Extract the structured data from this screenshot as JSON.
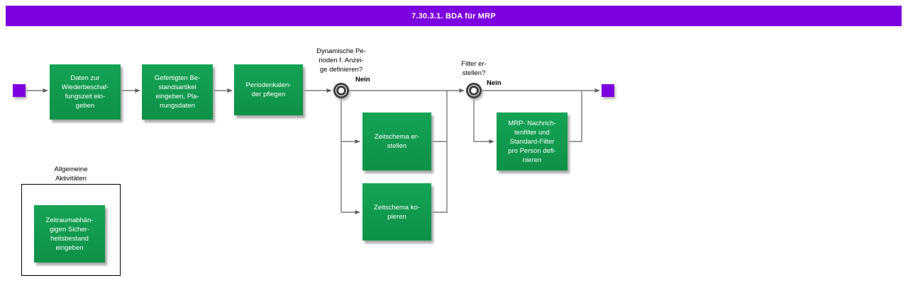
{
  "colors": {
    "header_bg": "#7d00e0",
    "node_purple": "#7d00e0",
    "activity_green": "#15a355",
    "activity_green_edge": "#0e9147",
    "line_gray": "#7b7b7b",
    "gateway_ring": "#3f3f3f"
  },
  "header": {
    "title": "7.30.3.1. BDA für MRP"
  },
  "activities": {
    "daten": {
      "label": "Daten zur\nWiederbeschaf-\nfungszeit ein-\ngeben"
    },
    "gefertigten": {
      "label": "Gefertigten Be-\nstandsartikel\neingeben, Pla-\nnungsdaten"
    },
    "periodenkalender": {
      "label": "Periodenkalen-\nder pflegen"
    },
    "zeitschema_erstellen": {
      "label": "Zeitschema er-\nstellen"
    },
    "zeitschema_kopieren": {
      "label": "Zeitschema ko-\npieren"
    },
    "mrp_filter": {
      "label": "MRP- Nachrich-\ntenfilter und\nStandard-Filter\npro Person defi-\nnieren"
    },
    "zeitraum": {
      "label": "Zeitraumabhän-\ngigen Sicher-\nheitsbestand\neingeben"
    }
  },
  "gateways": {
    "dynamische_perioden": {
      "question": "Dynamische Pe-\nrioden f. Anzei-\nge definieren?",
      "branch_label": "Nein"
    },
    "filter_erstellen": {
      "question": "Filter er-\nstellen?",
      "branch_label": "Nein"
    }
  },
  "group": {
    "title": "Allgemeine\nAktivitäten"
  }
}
